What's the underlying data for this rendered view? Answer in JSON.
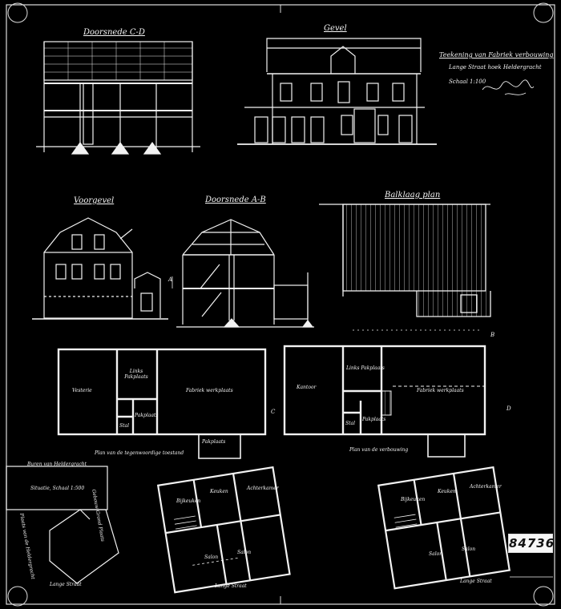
{
  "sheet": {
    "ink_color": "#f2f2f2",
    "background": "#000000",
    "stamp": "84736"
  },
  "title_block": {
    "line1": "Teekening van Fabriek verbouwing",
    "line2": "Lange Straat hoek Heldergracht",
    "line3": "Schaal 1:100",
    "signature": "signature"
  },
  "drawings": {
    "section_cd": "Doorsnede C-D",
    "facade": "Gevel",
    "side_facade": "Voorgevel",
    "section_ab": "Doorsnede A-B",
    "beam_plan": "Balklaag plan",
    "plan_existing_caption": "Plan van de tegenwoordige toestand",
    "plan_new_caption": "Plan van de verbouwing",
    "label_c": "C",
    "label_d": "D",
    "label_a": "A",
    "label_b": "B"
  },
  "rooms": {
    "left_big": "Vesterie",
    "left_mid_top": "Links Pakplaats",
    "left_mid_bottom": "Pakplaats",
    "left_small": "Stal",
    "left_right": "Fabriek werkplaats",
    "right_big": "Kantoor",
    "right_mid_top": "Links Pakplaats",
    "right_mid_bottom": "Pakplaats",
    "right_small": "Stal",
    "right_right": "Fabriek werkplaats",
    "annex": "Pakplaats",
    "house_a1": "Bijkeuken",
    "house_a2": "Keuken",
    "house_a3": "Achterkamer",
    "house_a4": "Salon",
    "house_a5": "Salon",
    "street": "Lange Straat",
    "site_top": "Buren van Heldergracht",
    "site_label": "Situatie, Schaal 1:500",
    "site_right": "Gebouw Grond Plaats",
    "site_left": "Plaats van de Heldergracht",
    "site_bottom": "Lange Straat"
  }
}
